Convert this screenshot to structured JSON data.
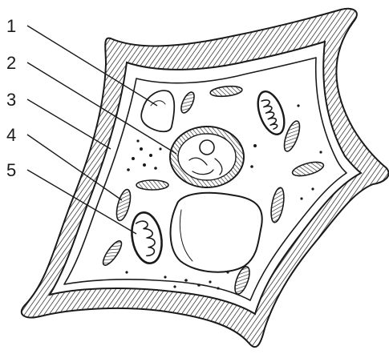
{
  "labels": [
    "1",
    "2",
    "3",
    "4",
    "5"
  ],
  "colors": {
    "ink": "#1a1a1a",
    "background": "#ffffff"
  }
}
